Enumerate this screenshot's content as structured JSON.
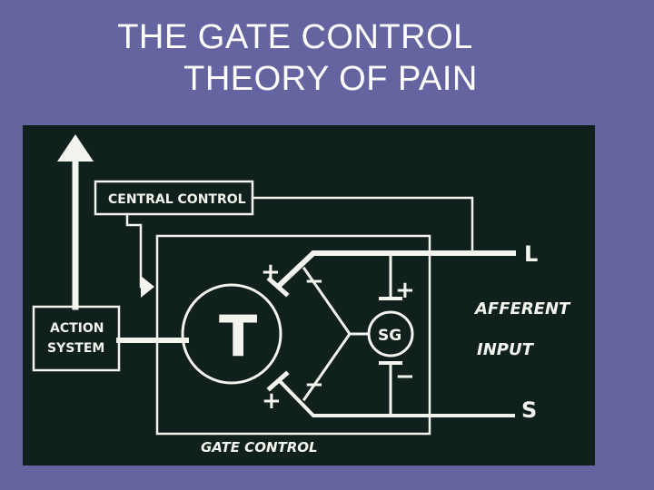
{
  "slide": {
    "title_line1": "THE GATE CONTROL",
    "title_line2": "THEORY OF PAIN"
  },
  "diagram": {
    "central_control": "CENTRAL CONTROL",
    "action_system_line1": "ACTION",
    "action_system_line2": "SYSTEM",
    "t_cell": "T",
    "sg_cell": "SG",
    "fiber_large": "L",
    "fiber_small": "S",
    "afferent_line1": "AFFERENT",
    "afferent_line2": "INPUT",
    "gate_control": "GATE CONTROL",
    "sign_large_to_t": "+",
    "sign_large_inhibit": "−",
    "sign_large_to_sg": "+",
    "sign_small_to_t": "+",
    "sign_small_inhibit": "−",
    "sign_small_to_sg": "−"
  },
  "colors": {
    "background": "#6464a0",
    "slide_bg": "#10201c",
    "line": "#f4f4ee"
  }
}
